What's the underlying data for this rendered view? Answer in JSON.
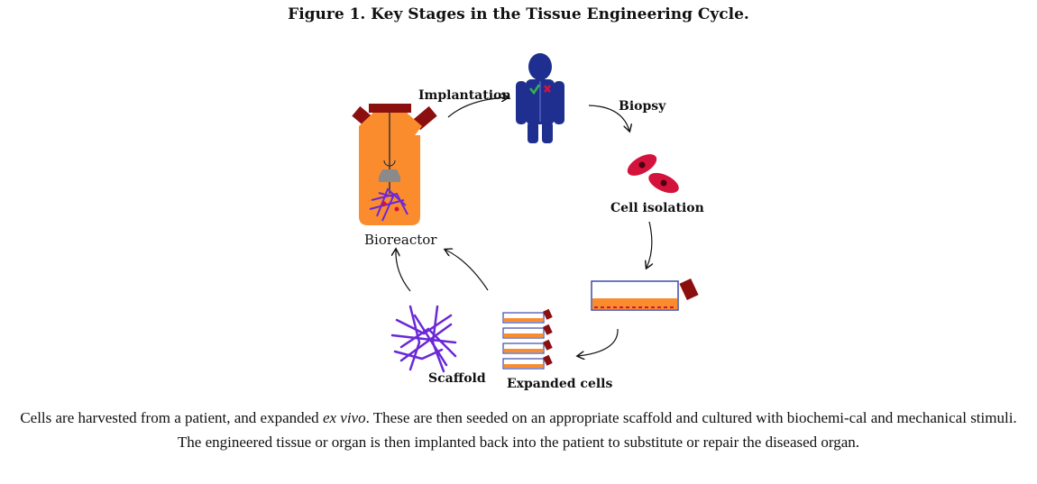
{
  "figure": {
    "title": "Figure 1. Key Stages in the Tissue Engineering Cycle.",
    "labels": {
      "implantation": "Implantation",
      "biopsy": "Biopsy",
      "cell_isolation": "Cell isolation",
      "bioreactor": "Bioreactor",
      "scaffold": "Scaffold",
      "expanded_cells": "Expanded cells"
    },
    "caption": {
      "part1": "Cells are harvested from a patient, and expanded ",
      "italic": "ex vivo",
      "part2": ". These are then seeded on an appropriate scaffold and cultured with biochemi-cal and mechanical stimuli. The engineered tissue or organ is then implanted back into the patient to substitute or repair the diseased organ."
    },
    "colors": {
      "patient": "#1f2f8f",
      "cell": "#d4133c",
      "bioreactor": "#fb8c2e",
      "cap": "#8b0f0f",
      "scaffold": "#6a28d8",
      "flask_border": "#3b4aa8",
      "check": "#37b24d"
    }
  }
}
